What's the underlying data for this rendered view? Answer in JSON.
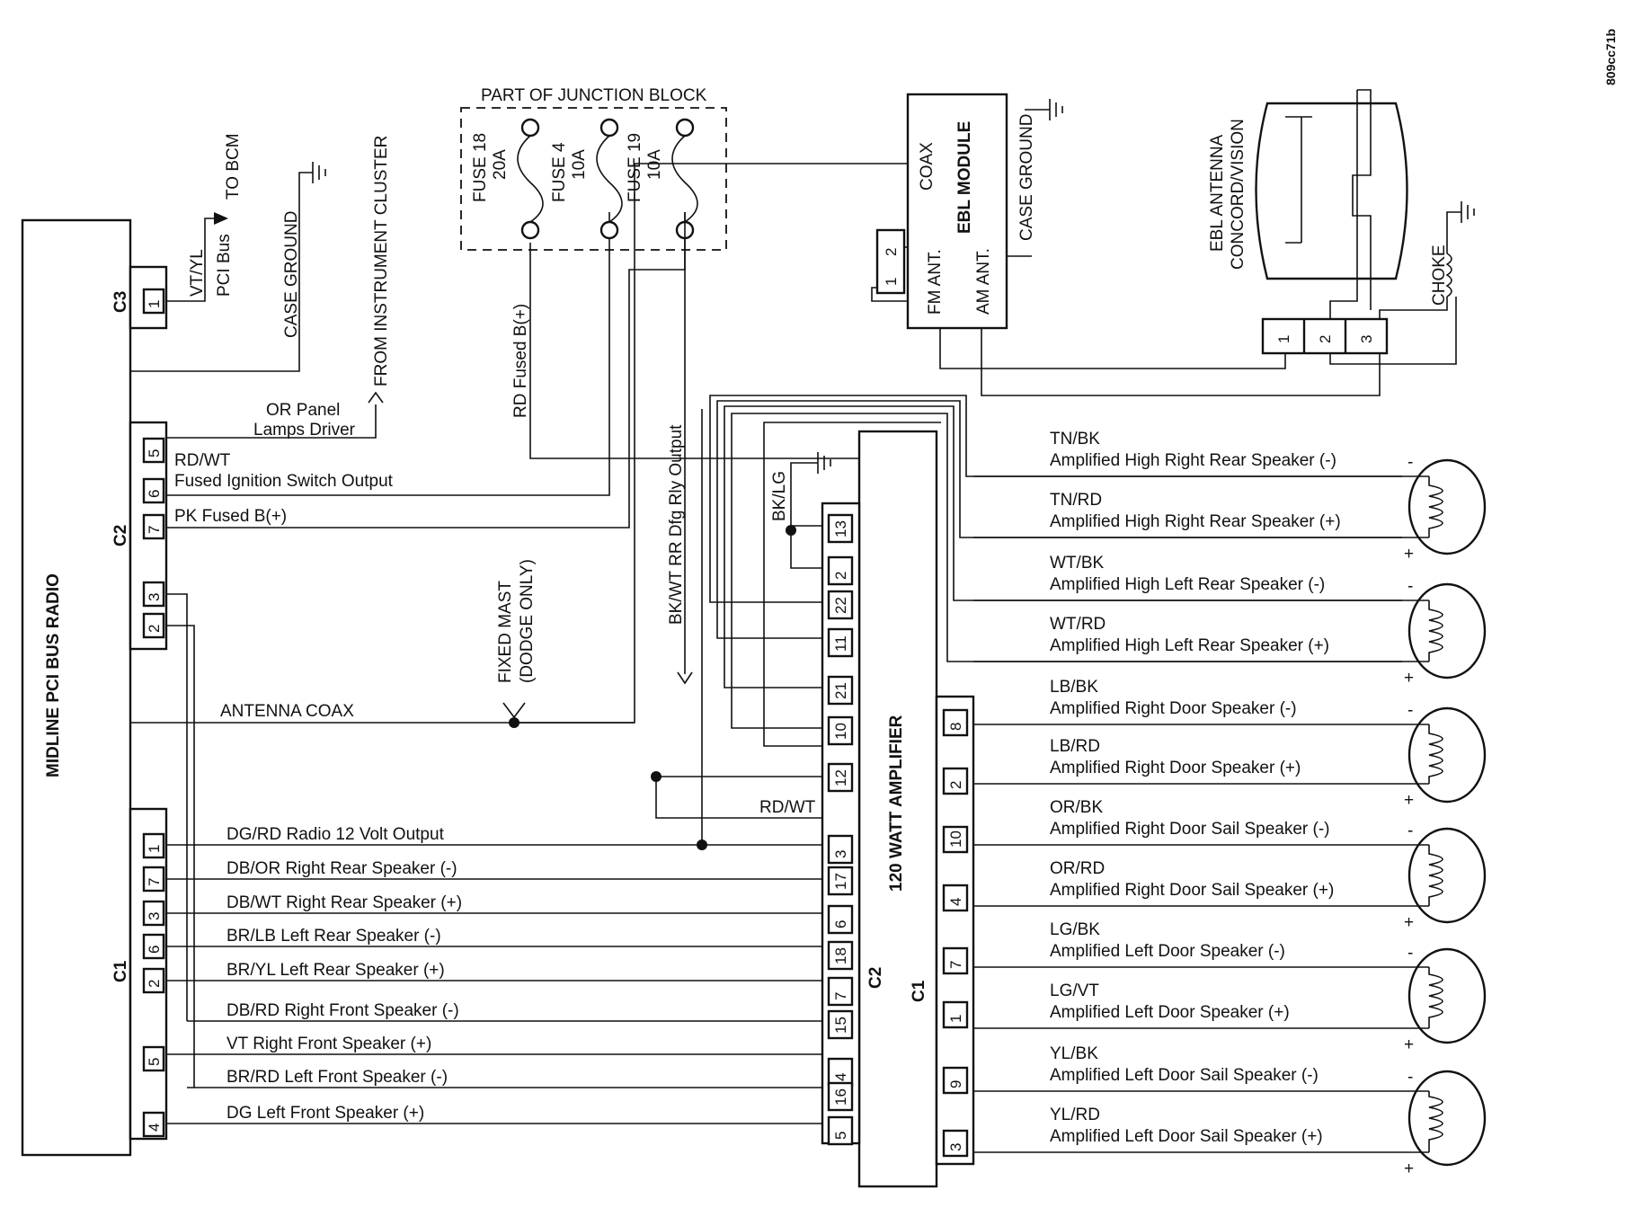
{
  "image_code": "809cc71b",
  "radio": {
    "title": "MIDLINE PCI BUS RADIO",
    "c3": "C3",
    "c2": "C2",
    "c1": "C1"
  },
  "c3_pin": "1",
  "c2_pins": [
    "5",
    "6",
    "7",
    "3",
    "2"
  ],
  "c1_pins": [
    "1",
    "7",
    "3",
    "6",
    "2",
    "5",
    "4"
  ],
  "labels": {
    "vt_yl": "VT/YL",
    "pci_bus": "PCI Bus",
    "to_bcm": "TO BCM",
    "case_ground": "CASE GROUND",
    "from_cluster": "FROM INSTRUMENT CLUSTER",
    "or_panel": "OR Panel",
    "lamps_driver": "Lamps Driver",
    "rd_wt": "RD/WT",
    "fused_ign": "Fused Ignition Switch Output",
    "pk_fused": "PK Fused B(+)",
    "antenna_coax": "ANTENNA COAX",
    "fixed_mast": "FIXED MAST",
    "dodge_only": "(DODGE ONLY)",
    "bkwt_rr": "BK/WT RR Dfg Rly Output",
    "bk_lg": "BK/LG",
    "rd_wt_amp": "RD/WT",
    "rd_fused": "RD Fused B(+)"
  },
  "junction": {
    "title": "PART OF JUNCTION BLOCK",
    "fuses": [
      {
        "name": "FUSE 18",
        "amp": "20A"
      },
      {
        "name": "FUSE 4",
        "amp": "10A"
      },
      {
        "name": "FUSE 19",
        "amp": "10A"
      }
    ]
  },
  "ebl": {
    "module": "EBL MODULE",
    "coax": "COAX",
    "fm": "FM ANT.",
    "am": "AM ANT.",
    "case_ground": "CASE GROUND",
    "pins": [
      "2",
      "1"
    ],
    "antenna_line1": "EBL ANTENNA",
    "antenna_line2": "CONCORD/VISION",
    "ant_pins": [
      "1",
      "2",
      "3"
    ],
    "choke": "CHOKE"
  },
  "amplifier": {
    "title": "120 WATT AMPLIFIER",
    "c2": "C2",
    "c1": "C1",
    "c2_pins": [
      "13",
      "2",
      "22",
      "11",
      "21",
      "10",
      "12",
      "3",
      "17",
      "6",
      "18",
      "7",
      "15",
      "4",
      "16",
      "5"
    ],
    "c1_pins": [
      "8",
      "2",
      "10",
      "4",
      "7",
      "1",
      "9",
      "3"
    ]
  },
  "radio_wires": [
    {
      "color": "DG/RD",
      "desc": "Radio 12 Volt Output"
    },
    {
      "color": "DB/OR",
      "desc": "Right Rear Speaker (-)"
    },
    {
      "color": "DB/WT",
      "desc": "Right Rear Speaker (+)"
    },
    {
      "color": "BR/LB",
      "desc": "Left Rear Speaker (-)"
    },
    {
      "color": "BR/YL",
      "desc": "Left Rear Speaker (+)"
    },
    {
      "color": "DB/RD",
      "desc": "Right Front Speaker (-)"
    },
    {
      "color": "VT",
      "desc": "Right Front Speaker (+)"
    },
    {
      "color": "BR/RD",
      "desc": "Left Front Speaker (-)"
    },
    {
      "color": "DG",
      "desc": "Left Front Speaker (+)"
    }
  ],
  "speaker_wires": [
    {
      "color": "TN/BK",
      "desc": "Amplified High Right Rear Speaker (-)"
    },
    {
      "color": "TN/RD",
      "desc": "Amplified High Right Rear Speaker (+)"
    },
    {
      "color": "WT/BK",
      "desc": "Amplified High Left Rear Speaker (-)"
    },
    {
      "color": "WT/RD",
      "desc": "Amplified High Left Rear Speaker (+)"
    },
    {
      "color": "LB/BK",
      "desc": "Amplified Right Door Speaker (-)"
    },
    {
      "color": "LB/RD",
      "desc": "Amplified Right Door Speaker (+)"
    },
    {
      "color": "OR/BK",
      "desc": "Amplified Right Door Sail Speaker (-)"
    },
    {
      "color": "OR/RD",
      "desc": "Amplified Right Door Sail Speaker (+)"
    },
    {
      "color": "LG/BK",
      "desc": "Amplified Left Door Speaker (-)"
    },
    {
      "color": "LG/VT",
      "desc": "Amplified Left Door Speaker (+)"
    },
    {
      "color": "YL/BK",
      "desc": "Amplified Left Door Sail Speaker (-)"
    },
    {
      "color": "YL/RD",
      "desc": "Amplified Left Door Sail Speaker (+)"
    }
  ],
  "polarity": {
    "neg": "-",
    "pos": "+"
  }
}
